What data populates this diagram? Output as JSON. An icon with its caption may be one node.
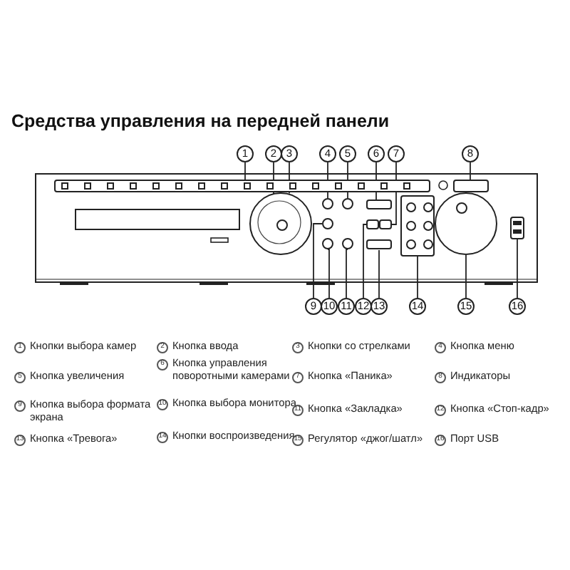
{
  "diagram": {
    "title": "Средства управления на передней панели",
    "nodes": [
      {
        "text": [
          "1"
        ]
      },
      {
        "text": [
          "2"
        ]
      },
      {
        "text": [
          "3"
        ]
      },
      {
        "text": [
          "4"
        ]
      },
      {
        "text": [
          "5"
        ]
      },
      {
        "text": [
          "6"
        ]
      },
      {
        "text": [
          "7"
        ]
      },
      {
        "text": [
          "8"
        ]
      },
      {
        "text": [
          "9"
        ]
      },
      {
        "text": [
          "10"
        ]
      },
      {
        "text": [
          "11"
        ]
      },
      {
        "text": [
          "12"
        ]
      },
      {
        "text": [
          "13"
        ]
      },
      {
        "text": [
          "14"
        ]
      },
      {
        "text": [
          "15"
        ]
      },
      {
        "text": [
          "16"
        ]
      },
      {
        "text": [],
        "shape": "box"
      },
      {
        "text": [],
        "shape": "circle"
      },
      {
        "text": [],
        "shape": "circle",
        "in": 17
      },
      {
        "text": [],
        "shape": "circle"
      },
      {
        "text": [],
        "shape": "circle"
      },
      {
        "text": [],
        "shape": "box"
      },
      {
        "text": [],
        "shape": "box"
      },
      {
        "text": [],
        "shape": "box"
      },
      {
        "text": [],
        "shape": "circle"
      },
      {
        "text": [],
        "shape": "circle"
      },
      {
        "text": [],
        "shape": "circle"
      },
      {
        "text": [],
        "shape": "box"
      },
      {
        "text": [],
        "shape": "box"
      },
      {
        "text": [],
        "shape": "box"
      },
      {
        "text": [],
        "shape": "circle"
      },
      {
        "text": [],
        "shape": "box"
      }
    ],
    "edges": [
      {
        "from": 0,
        "to": 16,
        "arrow": "none"
      },
      {
        "from": 1,
        "to": 18,
        "arrow": "none"
      },
      {
        "from": 2,
        "to": 17,
        "arrow": "none"
      },
      {
        "from": 3,
        "to": 19,
        "arrow": "none"
      },
      {
        "from": 4,
        "to": 20,
        "arrow": "none"
      },
      {
        "from": 5,
        "to": 21,
        "arrow": "none"
      },
      {
        "from": 6,
        "to": 22,
        "arrow": "none"
      },
      {
        "from": 7,
        "to": 23,
        "arrow": "none"
      },
      {
        "from": 8,
        "to": 24,
        "arrow": "none"
      },
      {
        "from": 9,
        "to": 25,
        "arrow": "none"
      },
      {
        "from": 10,
        "to": 26,
        "arrow": "none"
      },
      {
        "from": 11,
        "to": 27,
        "arrow": "none"
      },
      {
        "from": 12,
        "to": 28,
        "arrow": "none"
      },
      {
        "from": 13,
        "to": 29,
        "arrow": "none"
      },
      {
        "from": 14,
        "to": 30,
        "arrow": "none"
      },
      {
        "from": 15,
        "to": 31,
        "arrow": "none"
      }
    ],
    "labels": [
      "1",
      "Кнопки выбора камер",
      "2",
      "Кнопка ввода",
      "3",
      "Кнопки со стрелками",
      "4",
      "Кнопка меню",
      "5",
      "Кнопка увеличения",
      "6",
      "Кнопка управления поворотными камерами",
      "7",
      "Кнопка «Паника»",
      "8",
      "Индикаторы",
      "9",
      "Кнопка выбора формата экрана",
      "10",
      "Кнопка выбора монитора",
      "11",
      "Кнопка «Закладка»",
      "12",
      "Кнопка «Стоп-кадр»",
      "13",
      "Кнопка «Тревога»",
      "14",
      "Кнопки воспроизведения",
      "15",
      "Регулятор «джог/шатл»",
      "16",
      "Порт USB"
    ]
  }
}
